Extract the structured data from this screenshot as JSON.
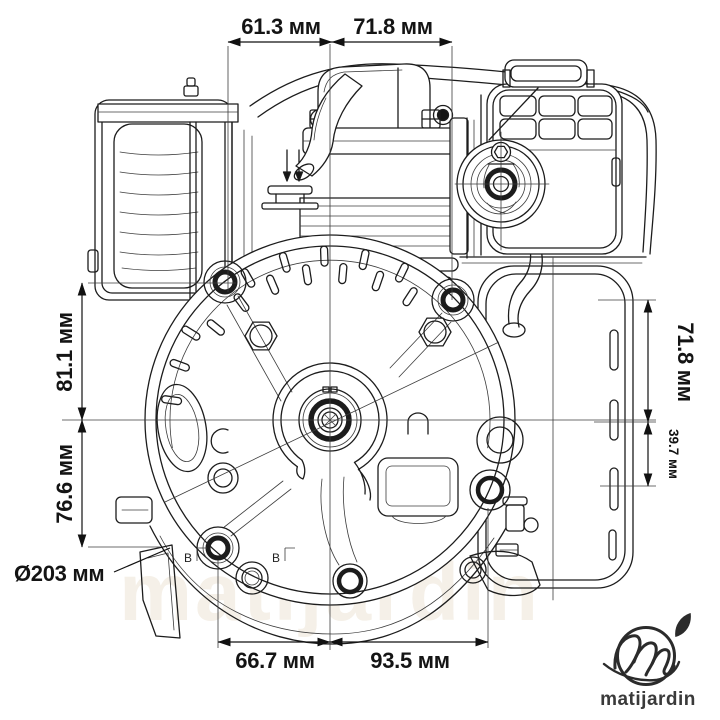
{
  "drawing": {
    "type": "engine-technical-drawing",
    "view": "rear wireframe view of small petrol engine"
  },
  "dimensions": {
    "top": [
      {
        "label": "61.3 мм"
      },
      {
        "label": "71.8 мм"
      }
    ],
    "left": [
      {
        "label": "81.1 мм"
      },
      {
        "label": "76.6 мм"
      }
    ],
    "right": [
      {
        "label": "71.8 мм"
      },
      {
        "label": "39.7 мм"
      }
    ],
    "bottom": [
      {
        "label": "66.7 мм"
      },
      {
        "label": "93.5 мм"
      }
    ],
    "diameter": {
      "label": "Ø203 мм"
    }
  },
  "section_markers": [
    {
      "label": "B"
    },
    {
      "label": "B"
    }
  ],
  "watermark": {
    "text": "matijardin"
  },
  "logo": {
    "wordmark": "matijardin",
    "icon": "stylized-script-M-in-circle-with-leaf"
  },
  "colors": {
    "background": "#ffffff",
    "line": "#1c1c1c",
    "dimension_text": "#141414",
    "watermark": "#f5f0e8",
    "logo_text": "#3a3a3a",
    "logo_mark": "#2b2b2b"
  }
}
